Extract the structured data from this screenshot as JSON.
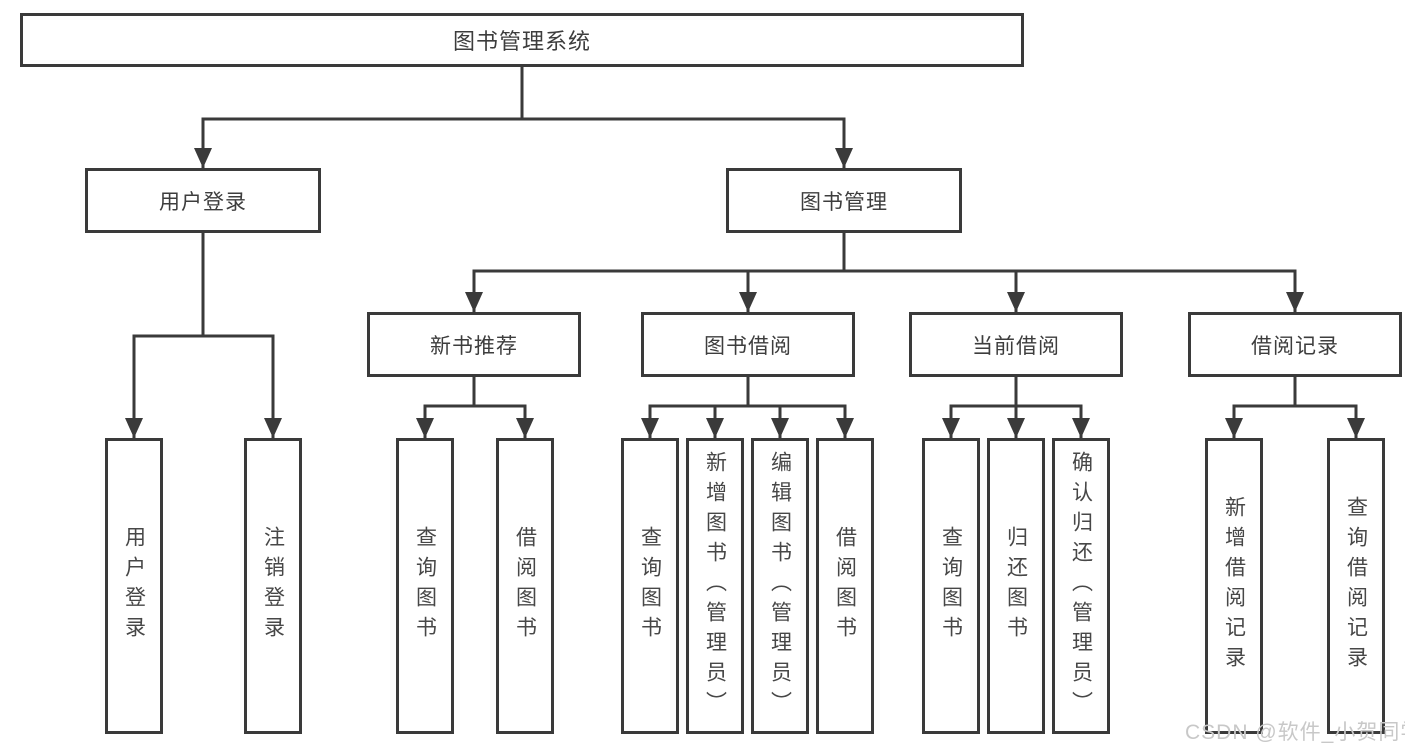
{
  "colors": {
    "line": "#3a3a3a",
    "box_border": "#3a3a3a",
    "text": "#3d3d3d",
    "watermark": "#c8c8c8",
    "background": "#ffffff"
  },
  "watermark": {
    "text": "CSDN @软件_小贺同学"
  },
  "tree": {
    "label": "图书管理系统",
    "children": [
      {
        "label": "用户登录",
        "children": [
          {
            "label": "用户登录"
          },
          {
            "label": "注销登录"
          }
        ]
      },
      {
        "label": "图书管理",
        "children": [
          {
            "label": "新书推荐",
            "children": [
              {
                "label": "查询图书"
              },
              {
                "label": "借阅图书"
              }
            ]
          },
          {
            "label": "图书借阅",
            "children": [
              {
                "label": "查询图书"
              },
              {
                "label": "新增图书（管理员）"
              },
              {
                "label": "编辑图书（管理员）"
              },
              {
                "label": "借阅图书"
              }
            ]
          },
          {
            "label": "当前借阅",
            "children": [
              {
                "label": "查询图书"
              },
              {
                "label": "归还图书"
              },
              {
                "label": "确认归还（管理员）"
              }
            ]
          },
          {
            "label": "借阅记录",
            "children": [
              {
                "label": "新增借阅记录"
              },
              {
                "label": "查询借阅记录"
              }
            ]
          }
        ]
      }
    ]
  }
}
